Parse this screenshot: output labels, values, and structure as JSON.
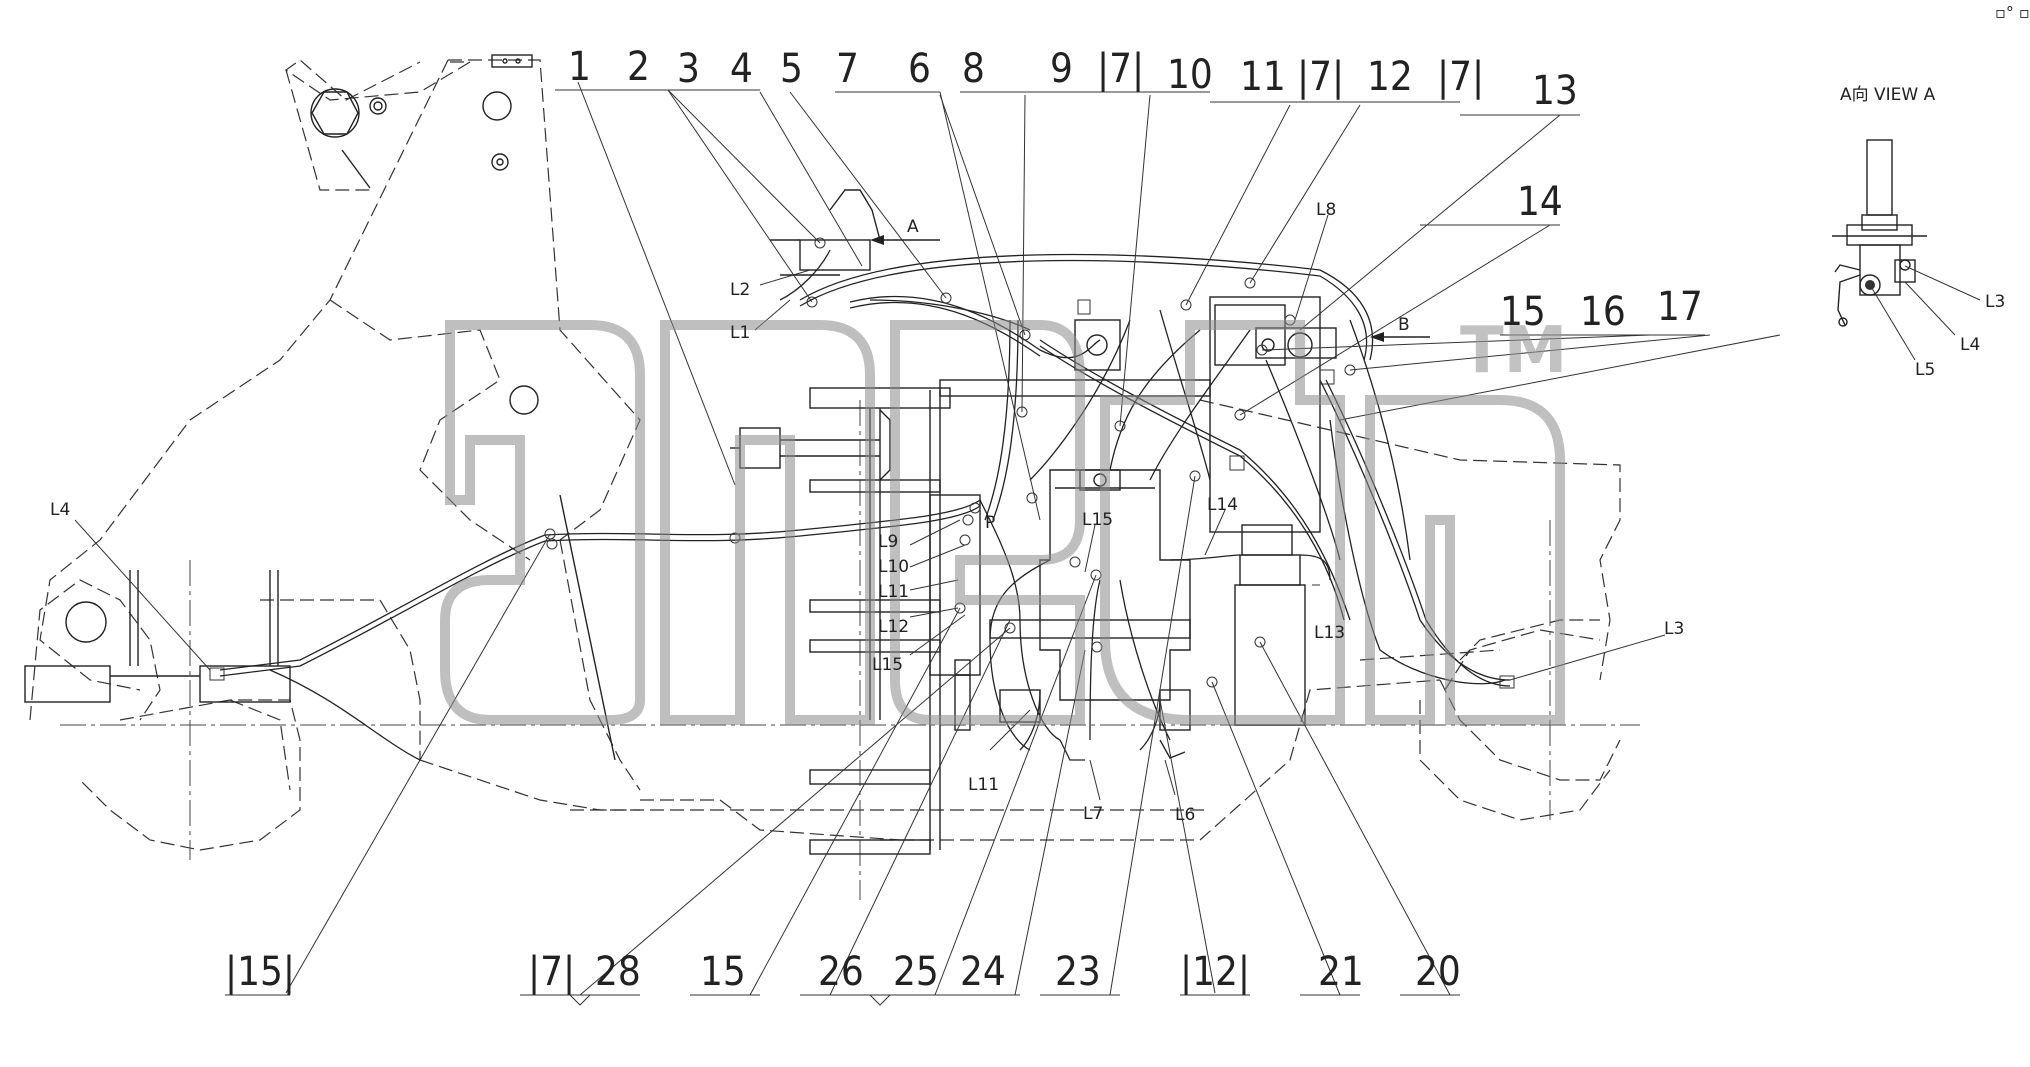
{
  "view_title": "A向  VIEW A",
  "corner_mark": "▫° ▫▫▫",
  "watermark": {
    "trademark": "TM"
  },
  "direction_labels": {
    "a": "A",
    "b": "B",
    "p": "P"
  },
  "part_numbers": [
    "1",
    "2",
    "3",
    "4",
    "5",
    "7",
    "6",
    "8",
    "9",
    "|7|",
    "10",
    "11",
    "|7|",
    "12",
    "|7|",
    "13",
    "14",
    "15",
    "16",
    "17",
    "|15|",
    "|7|",
    "28",
    "15",
    "26",
    "25",
    "24",
    "23",
    "|12|",
    "21",
    "20"
  ],
  "line_labels": [
    "L8",
    "L2",
    "L1",
    "L4",
    "L9",
    "L10",
    "L11",
    "L12",
    "L15",
    "L15",
    "L14",
    "L13",
    "L3",
    "L11",
    "L7",
    "L6",
    "L3",
    "L4",
    "L5"
  ]
}
